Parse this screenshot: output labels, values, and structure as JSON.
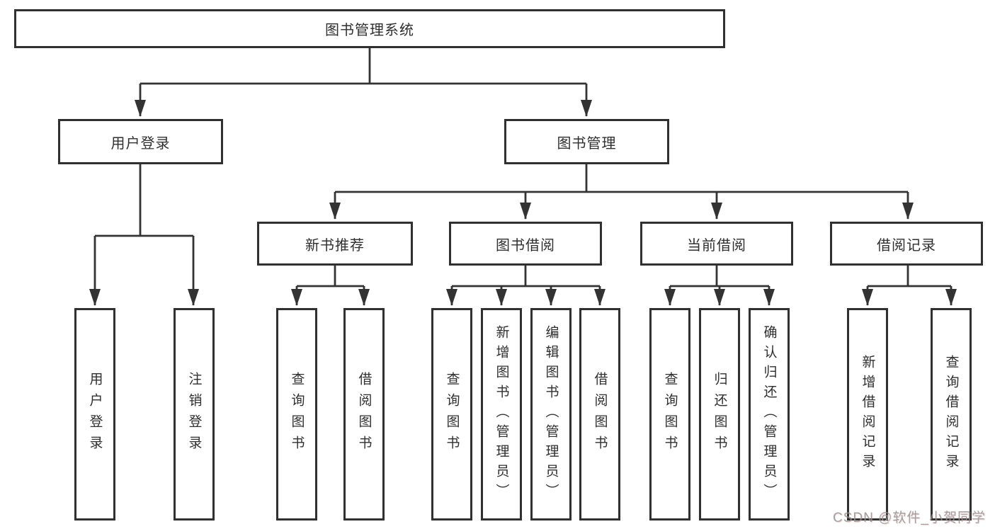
{
  "tree": {
    "root": {
      "label": "图书管理系统",
      "children": [
        {
          "label": "用户登录",
          "children": [
            {
              "label": "用户登录"
            },
            {
              "label": "注销登录"
            }
          ]
        },
        {
          "label": "图书管理",
          "children": [
            {
              "label": "新书推荐",
              "children": [
                {
                  "label": "查询图书"
                },
                {
                  "label": "借阅图书"
                }
              ]
            },
            {
              "label": "图书借阅",
              "children": [
                {
                  "label": "查询图书"
                },
                {
                  "label": "新增图书（管理员）"
                },
                {
                  "label": "编辑图书（管理员）"
                },
                {
                  "label": "借阅图书"
                }
              ]
            },
            {
              "label": "当前借阅",
              "children": [
                {
                  "label": "查询图书"
                },
                {
                  "label": "归还图书"
                },
                {
                  "label": "确认归还（管理员）"
                }
              ]
            },
            {
              "label": "借阅记录",
              "children": [
                {
                  "label": "新增借阅记录"
                },
                {
                  "label": "查询借阅记录"
                }
              ]
            }
          ]
        }
      ]
    }
  },
  "watermark": {
    "text": "CSDN @软件_小贺同学"
  },
  "colors": {
    "line": "#333333",
    "box_border": "#303030",
    "watermark": "#949292"
  }
}
